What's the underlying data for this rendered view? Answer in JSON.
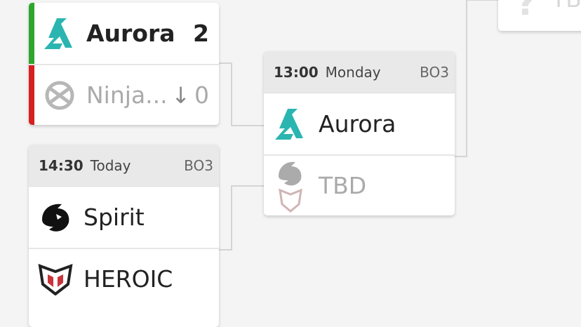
{
  "matches": {
    "left_top": {
      "team1": {
        "name": "Aurora",
        "score": "2",
        "logo": "aurora-logo"
      },
      "team2": {
        "name": "Ninja...",
        "score": "0",
        "logo": "ninjas-in-pyjamas-logo",
        "arrow": "↓"
      },
      "colors": {
        "winner": "#2ea62e",
        "loser": "#d61f1f"
      }
    },
    "left_bottom": {
      "time": "14:30",
      "day": "Today",
      "format": "BO3",
      "team1": {
        "name": "Spirit",
        "logo": "spirit-logo"
      },
      "team2": {
        "name": "HEROIC",
        "logo": "heroic-logo"
      }
    },
    "middle": {
      "time": "13:00",
      "day": "Monday",
      "format": "BO3",
      "team1": {
        "name": "Aurora",
        "logo": "aurora-logo"
      },
      "team2": {
        "name": "TBD",
        "logo": "spirit-heroic-placeholder-logo"
      }
    },
    "right_top": {
      "team1": {
        "name": "TB",
        "logo": "question-mark-icon"
      }
    }
  },
  "colors": {
    "aurora_teal": "#2bb5b0",
    "connector": "#d4d4d4"
  }
}
